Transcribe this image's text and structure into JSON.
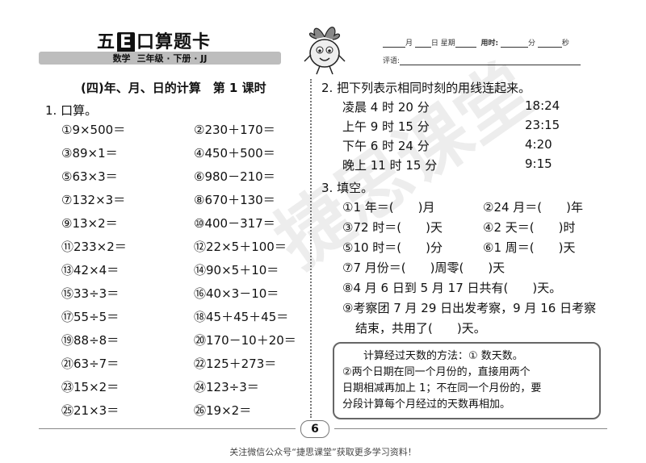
{
  "header": {
    "brand_pre": "五",
    "brand_e": "E",
    "brand_post": "口算题卡",
    "sub_subject": "数学",
    "sub_grade": "三年级 · 下册 · JJ",
    "date_month": "月",
    "date_day": "日",
    "date_week": "星期",
    "time_label": "用时:",
    "time_min": "分",
    "time_sec": "秒",
    "comment_label": "评语:"
  },
  "section_title": "(四)年、月、日的计算　第 1 课时",
  "q1": {
    "title": "1. 口算。",
    "items": [
      "①9×500＝",
      "②230＋170＝",
      "③89×1＝",
      "④450＋500＝",
      "⑤63×3＝",
      "⑥980－210＝",
      "⑦132×3＝",
      "⑧670＋130＝",
      "⑨13×2＝",
      "⑩400－317＝",
      "⑪233×2＝",
      "⑫22×5＋100＝",
      "⑬42×4＝",
      "⑭90×5＋10＝",
      "⑮33÷3＝",
      "⑯40×3－10＝",
      "⑰55÷5＝",
      "⑱45＋45＋45＝",
      "⑲88÷8＝",
      "⑳170－10＋20＝",
      "㉑63÷7＝",
      "㉒125＋273＝",
      "㉓15×2＝",
      "㉔123÷3＝",
      "㉕21×3＝",
      "㉖19×2＝"
    ]
  },
  "q2": {
    "title": "2. 把下列表示相同时刻的用线连起来。",
    "left": [
      "凌晨 4 时 20 分",
      "上午 9 时 15 分",
      "下午 6 时 24 分",
      "晚上 11 时 15 分"
    ],
    "right": [
      "18:24",
      "23:15",
      "4:20",
      "9:15"
    ]
  },
  "q3": {
    "title": "3. 填空。",
    "lines": [
      [
        "①1 年＝(　　)月",
        "②24 月＝(　　)年"
      ],
      [
        "③72 时＝(　　)天",
        "④2 天＝(　　)时"
      ],
      [
        "⑤10 时＝(　　)分",
        "⑥1 周＝(　　)天"
      ],
      [
        "⑦7 月份＝(　　)周零(　　)天",
        ""
      ],
      [
        "⑧4 月 6 日到 5 月 17 日共有(　　)天。",
        ""
      ],
      [
        "⑨考察团 7 月 29 日出发考察，9 月 16 日考察",
        ""
      ],
      [
        "结束，共用了(　　)天。",
        ""
      ]
    ]
  },
  "tip": {
    "lines": [
      "　　计算经过天数的方法：① 数天数。",
      "②两个日期在同一个月份的，直接用两个",
      "日期相减再加上 1；不在同一个月份的，要",
      "分段计算每个月经过的天数再相加。"
    ]
  },
  "page_number": "6",
  "footer": "关注微信公众号“捷思课堂”获取更多学习资料！",
  "watermark": "捷思课堂"
}
